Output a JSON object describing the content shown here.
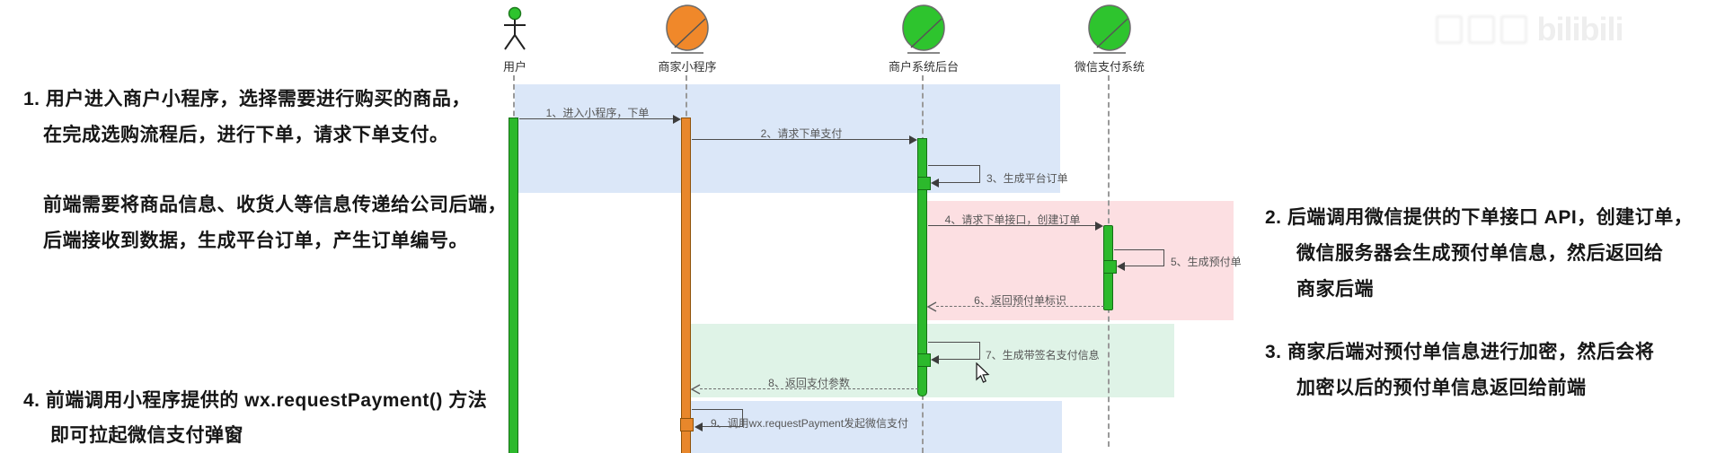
{
  "watermark": {
    "brand": "bilibili"
  },
  "notes_left": {
    "p1": [
      "1. 用户进入商户小程序，选择需要进行购买的商品，",
      "在完成选购流程后，进行下单，请求下单支付。"
    ],
    "p2": [
      "前端需要将商品信息、收货人等信息传递给公司后端，",
      "后端接收到数据，生成平台订单，产生订单编号。"
    ],
    "p4": [
      "4. 前端调用小程序提供的 wx.requestPayment() 方法",
      "即可拉起微信支付弹窗"
    ]
  },
  "notes_right": {
    "p2": [
      "2. 后端调用微信提供的下单接口 API，创建订单，",
      "微信服务器会生成预付单信息，然后返回给",
      "商家后端"
    ],
    "p3": [
      "3. 商家后端对预付单信息进行加密，然后会将",
      "加密以后的预付单信息返回给前端"
    ]
  },
  "diagram": {
    "actors": [
      {
        "label": "用户",
        "type": "person",
        "color": "#2ec42e"
      },
      {
        "label": "商家小程序",
        "type": "entity",
        "color": "#f0882a"
      },
      {
        "label": "商户系统后台",
        "type": "entity",
        "color": "#2ec42e"
      },
      {
        "label": "微信支付系统",
        "type": "entity",
        "color": "#2ec42e"
      }
    ],
    "messages": [
      {
        "label": "1、进入小程序，下单",
        "from": "用户",
        "to": "商家小程序",
        "kind": "call"
      },
      {
        "label": "2、请求下单支付",
        "from": "商家小程序",
        "to": "商户系统后台",
        "kind": "call"
      },
      {
        "label": "3、生成平台订单",
        "from": "商户系统后台",
        "to": "商户系统后台",
        "kind": "self"
      },
      {
        "label": "4、请求下单接口，创建订单",
        "from": "商户系统后台",
        "to": "微信支付系统",
        "kind": "call"
      },
      {
        "label": "5、生成预付单",
        "from": "微信支付系统",
        "to": "微信支付系统",
        "kind": "self"
      },
      {
        "label": "6、返回预付单标识",
        "from": "微信支付系统",
        "to": "商户系统后台",
        "kind": "return"
      },
      {
        "label": "7、生成带签名支付信息",
        "from": "商户系统后台",
        "to": "商户系统后台",
        "kind": "self"
      },
      {
        "label": "8、返回支付参数",
        "from": "商户系统后台",
        "to": "商家小程序",
        "kind": "return"
      },
      {
        "label": "9、调用wx.requestPayment发起微信支付",
        "from": "商家小程序",
        "to": "商家小程序",
        "kind": "self"
      }
    ],
    "colors": {
      "phase_blue": "#dbe7f8",
      "phase_pink": "#fcdfe2",
      "phase_mint": "#dff3e7",
      "activation_green": "#2cb92c",
      "activation_orange": "#e8872b"
    }
  }
}
